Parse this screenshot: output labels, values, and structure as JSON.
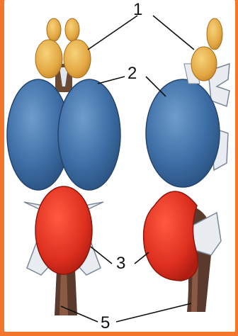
{
  "callouts": {
    "one": "1",
    "two": "2",
    "three": "3",
    "five": "5"
  },
  "colors": {
    "border": "#f4762a",
    "olfactory": "#e8b652",
    "hemisphere": "#4a7bb0",
    "cerebellum": "#e2392a",
    "stem": "#5a3a2c",
    "nerve": "#e9edf2"
  }
}
